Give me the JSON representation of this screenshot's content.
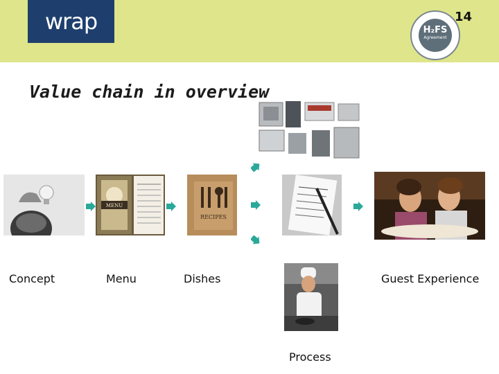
{
  "header": {
    "logo_text": "wrap",
    "seal_text": "H₂FS",
    "seal_sub": "Agreement",
    "page_number": "14",
    "background": "#dfe58a",
    "logo_bg": "#1e3f6e"
  },
  "title": "Value chain in overview",
  "labels": {
    "concept": "Concept",
    "menu": "Menu",
    "dishes": "Dishes",
    "guest": "Guest Experience",
    "process": "Process"
  },
  "images": {
    "concept": "lightbulb-idea-photo",
    "menu": "menu-card-photo",
    "dishes": "recipe-book-photo",
    "order": "order-list-pen-photo",
    "guests": "dining-guests-photo",
    "equipment": "kitchen-equipment-photo",
    "chef": "chef-cooking-photo"
  },
  "arrow_color": "#2aa89a",
  "menu_card": {
    "text": "MENU"
  },
  "recipe_card": {
    "text": "RECIPES"
  }
}
